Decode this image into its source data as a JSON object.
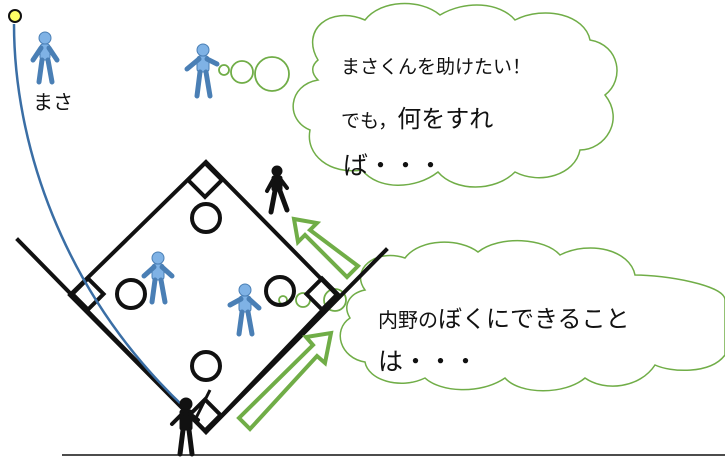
{
  "runner_label": "まさ",
  "bubble_top": {
    "line1": "まさくんを助けたい！",
    "line2_small": "でも，",
    "line2_big": "何をすれ",
    "line3": "ば・・・"
  },
  "bubble_right": {
    "line1_small": "内野の",
    "line1_big": "ぼくにできること",
    "line2": "は・・・"
  },
  "colors": {
    "field_line": "#111111",
    "arrow": "#70ad47",
    "ball_path": "#3a6ea5",
    "player": "#7fb2e5",
    "ball": "#ffff66"
  }
}
